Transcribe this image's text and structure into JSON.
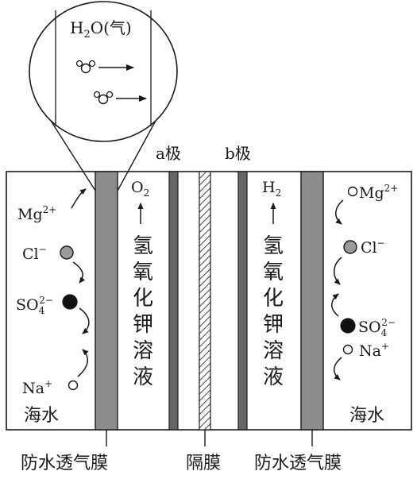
{
  "diagram": {
    "inset": {
      "molecule_label": "H",
      "molecule_sub": "2",
      "molecule_rest": "O(气)"
    },
    "electrodes": {
      "a_label": "a极",
      "b_label": "b极"
    },
    "gases": {
      "left": {
        "main": "O",
        "sub": "2"
      },
      "right": {
        "main": "H",
        "sub": "2"
      }
    },
    "solution": {
      "chars": [
        "氢",
        "氧",
        "化",
        "钾",
        "溶",
        "液"
      ]
    },
    "ions_left": {
      "mg": {
        "main": "Mg",
        "sup": "2+"
      },
      "cl": {
        "main": "Cl",
        "sup": "−"
      },
      "so4": {
        "main": "SO",
        "sub": "4",
        "sup": "2−"
      },
      "na": {
        "main": "Na",
        "sup": "+"
      }
    },
    "ions_right": {
      "mg": {
        "main": "Mg",
        "sup": "2+"
      },
      "cl": {
        "main": "Cl",
        "sup": "−"
      },
      "so4": {
        "main": "SO",
        "sub": "4",
        "sup": "2−"
      },
      "na": {
        "main": "Na",
        "sup": "+"
      }
    },
    "seawater_left": "海水",
    "seawater_right": "海水",
    "bottom_labels": {
      "left": "防水透气膜",
      "middle": "隔膜",
      "right": "防水透气膜"
    },
    "colors": {
      "membrane_fill": "#8c8c8c",
      "electrode_fill": "#666666",
      "outline": "#1a1a1a",
      "hatch": "#444444"
    }
  }
}
